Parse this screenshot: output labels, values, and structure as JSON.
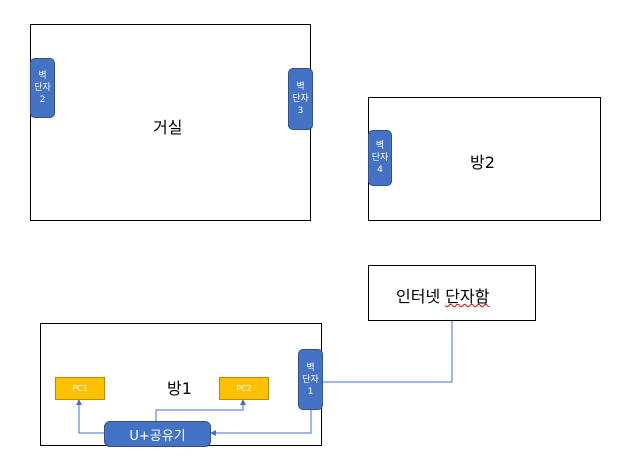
{
  "rooms": {
    "living": "거실",
    "room2": "방2",
    "room1": "방1",
    "internet_box_a": "인터넷 ",
    "internet_box_b": "단자함"
  },
  "jacks": [
    {
      "l1": "벽",
      "l2": "단자",
      "l3": "1"
    },
    {
      "l1": "벽",
      "l2": "단자",
      "l3": "2"
    },
    {
      "l1": "벽",
      "l2": "단자",
      "l3": "3"
    },
    {
      "l1": "벽",
      "l2": "단자",
      "l3": "4"
    }
  ],
  "devices": {
    "pc1": "PC1",
    "pc2": "PC2",
    "router": "U+공유기"
  },
  "colors": {
    "connector": "#4472c4",
    "jack": "#4472c4",
    "pc": "#ffc000"
  }
}
